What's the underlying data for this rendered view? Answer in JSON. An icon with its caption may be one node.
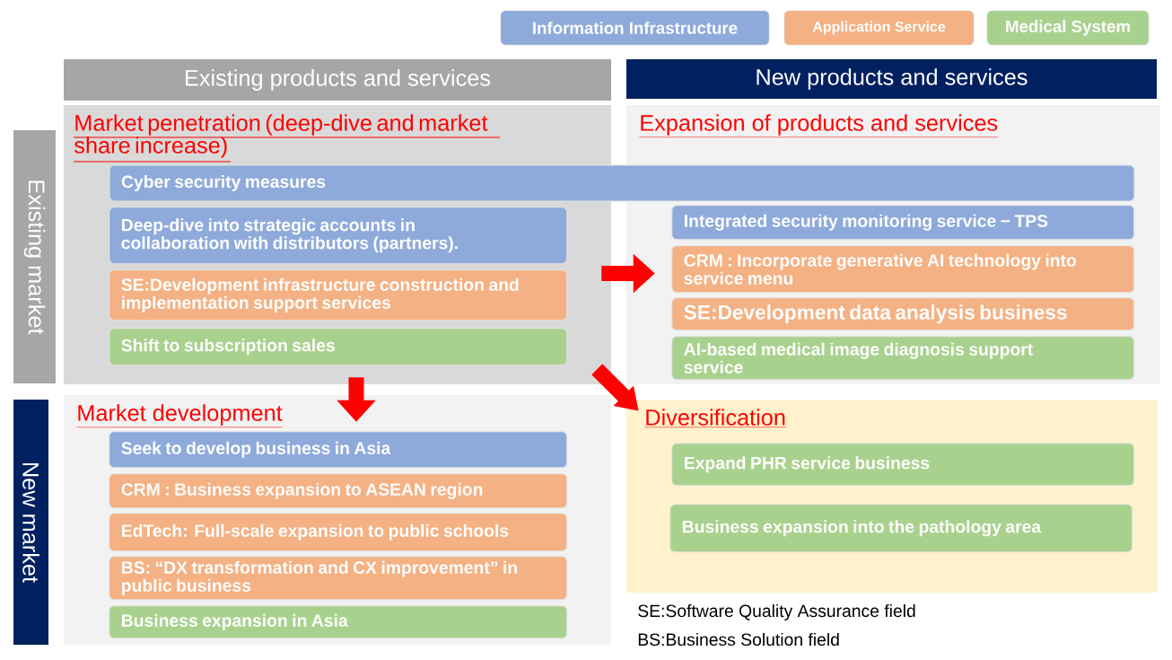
{
  "diagram": {
    "nodes": [
      {
        "text": [
          "Existing products and services"
        ]
      },
      {
        "text": [
          "New products and services"
        ]
      },
      {
        "text": [
          "Existing market"
        ]
      },
      {
        "text": [
          "New market"
        ]
      },
      {
        "text": [
          "Market penetration (deep-dive and market share increase)"
        ]
      },
      {
        "text": [
          "Expansion of products and services"
        ]
      },
      {
        "text": [
          "Market development"
        ]
      },
      {
        "text": [
          "Diversification"
        ]
      },
      {
        "text": [
          "Cyber security measures"
        ]
      },
      {
        "text": [
          "Deep-dive into strategic accounts in collaboration with distributors (partners)."
        ],
        "in": 4
      },
      {
        "text": [
          "SE:Development infrastructure construction and implementation support services"
        ],
        "in": 4
      },
      {
        "text": [
          "Shift to subscription sales"
        ],
        "in": 4
      },
      {
        "text": [
          "Integrated security monitoring service − TPS"
        ],
        "in": 5
      },
      {
        "text": [
          "CRM : Incorporate generative AI technology into service menu"
        ],
        "in": 5
      },
      {
        "text": [
          "SE:Development data analysis business"
        ],
        "in": 5
      },
      {
        "text": [
          "AI-based medical image diagnosis support service"
        ],
        "in": 5
      },
      {
        "text": [
          "Seek to develop business in Asia"
        ],
        "in": 6
      },
      {
        "text": [
          "CRM : Business expansion to ASEAN region"
        ],
        "in": 6
      },
      {
        "text": [
          "EdTech: Full-scale expansion to public schools"
        ],
        "in": 6
      },
      {
        "text": [
          "BS: “DX transformation and CX improvement” in public business"
        ],
        "in": 6
      },
      {
        "text": [
          "Business expansion in Asia"
        ],
        "in": 6
      },
      {
        "text": [
          "Expand PHR service business"
        ],
        "in": 7
      },
      {
        "text": [
          "Business expansion into the pathology area"
        ],
        "in": 7
      }
    ],
    "edges": [
      {
        "from": 4,
        "to": 5,
        "arrow": "to"
      },
      {
        "from": 4,
        "to": 6,
        "arrow": "to"
      },
      {
        "from": 4,
        "to": 7,
        "arrow": "to"
      }
    ],
    "labels": [
      "SE:Software Quality Assurance field",
      "BS:Business Solution field"
    ],
    "legend": [
      {
        "text": "Information Infrastructure",
        "color": "#8eaadb"
      },
      {
        "text": "Application Service",
        "color": "#f4b183"
      },
      {
        "text": "Medical System",
        "color": "#a9d18e"
      }
    ]
  }
}
